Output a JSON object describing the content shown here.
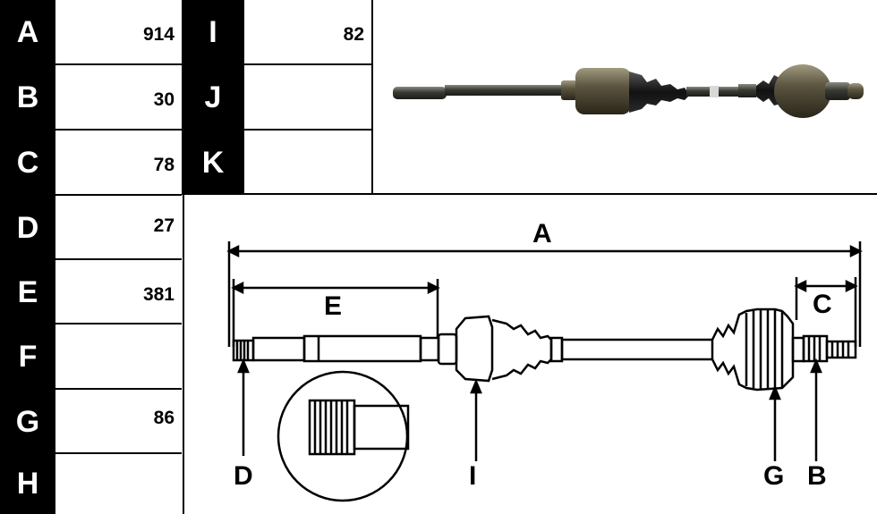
{
  "table": {
    "left": [
      {
        "label": "A",
        "value": "914"
      },
      {
        "label": "B",
        "value": "30"
      },
      {
        "label": "C",
        "value": "78"
      },
      {
        "label": "D",
        "value": "27"
      },
      {
        "label": "E",
        "value": "381"
      },
      {
        "label": "F",
        "value": ""
      },
      {
        "label": "G",
        "value": "86"
      },
      {
        "label": "H",
        "value": ""
      }
    ],
    "right": [
      {
        "label": "I",
        "value": "82"
      },
      {
        "label": "J",
        "value": ""
      },
      {
        "label": "K",
        "value": ""
      }
    ]
  },
  "diagram_labels": {
    "a": "A",
    "e": "E",
    "c": "C",
    "d": "D",
    "i": "I",
    "g": "G",
    "b": "B"
  }
}
